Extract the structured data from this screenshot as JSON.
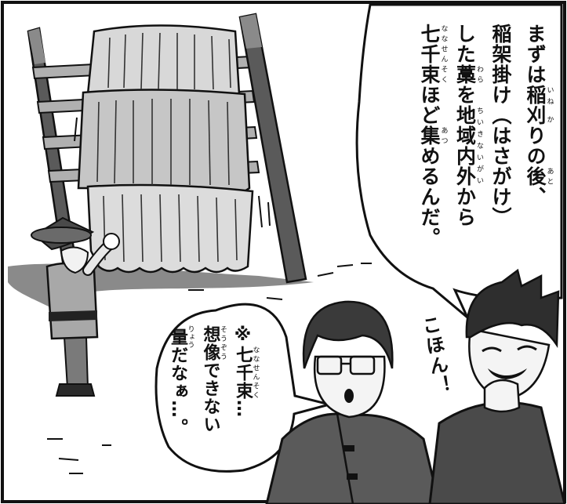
{
  "speech_main": {
    "lines": [
      [
        {
          "t": "まずは"
        },
        {
          "t": "稲刈",
          "r": "いね か"
        },
        {
          "t": "りの"
        },
        {
          "t": "後",
          "r": "あと"
        },
        {
          "t": "、"
        }
      ],
      [
        {
          "t": "稲架掛け（はさがけ）"
        }
      ],
      [
        {
          "t": "した"
        },
        {
          "t": "藁",
          "r": "わら"
        },
        {
          "t": "を"
        },
        {
          "t": "地域内外",
          "r": "ちいきないがい"
        },
        {
          "t": "から"
        }
      ],
      [
        {
          "t": "七千束",
          "r": "ななせんそく"
        },
        {
          "t": "ほど"
        },
        {
          "t": "集",
          "r": "あつ"
        },
        {
          "t": "めるんだ。"
        }
      ]
    ]
  },
  "speech_small": {
    "lines": [
      [
        {
          "t": "※"
        },
        {
          "t": "七千束",
          "r": "ななせんそく"
        },
        {
          "t": "…"
        }
      ],
      [
        {
          "t": "想像",
          "r": "そうぞう"
        },
        {
          "t": "できない"
        }
      ],
      [
        {
          "t": "量",
          "r": "りょう"
        },
        {
          "t": "だなぁ…。"
        }
      ]
    ]
  },
  "sfx": {
    "text": "こほん！"
  },
  "colors": {
    "ink": "#111111",
    "shadow": "#8a8a8a",
    "mid_gray": "#9a9a9a",
    "dark_gray": "#4a4a4a",
    "coat": "#5a5a5a",
    "background": "#ffffff"
  }
}
